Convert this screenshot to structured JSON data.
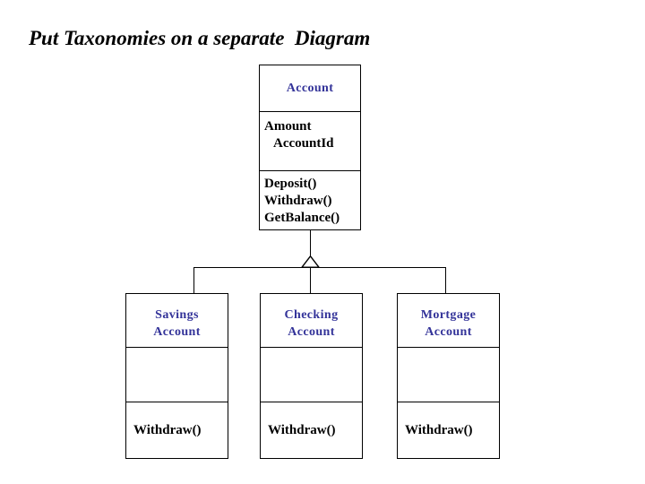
{
  "slide": {
    "title": "Put Taxonomies on a separate  Diagram"
  },
  "colors": {
    "class_name": "#333399",
    "text": "#000000",
    "stroke": "#000000",
    "background": "#ffffff"
  },
  "diagram": {
    "type": "uml-class-diagram",
    "relationship": "generalization",
    "root": {
      "name": "Account",
      "name_lines": [
        "Account"
      ],
      "attributes": [
        "Amount",
        "AccountId"
      ],
      "operations": [
        "Deposit()",
        "Withdraw()",
        "GetBalance()"
      ]
    },
    "subclasses": [
      {
        "name": "Savings Account",
        "name_lines": [
          "Savings",
          "Account"
        ],
        "attributes": [],
        "operations": [
          "Withdraw()"
        ]
      },
      {
        "name": "Checking Account",
        "name_lines": [
          "Checking",
          "Account"
        ],
        "attributes": [],
        "operations": [
          "Withdraw()"
        ]
      },
      {
        "name": "Mortgage Account",
        "name_lines": [
          "Mortgage",
          "Account"
        ],
        "attributes": [],
        "operations": [
          "Withdraw()"
        ]
      }
    ]
  }
}
